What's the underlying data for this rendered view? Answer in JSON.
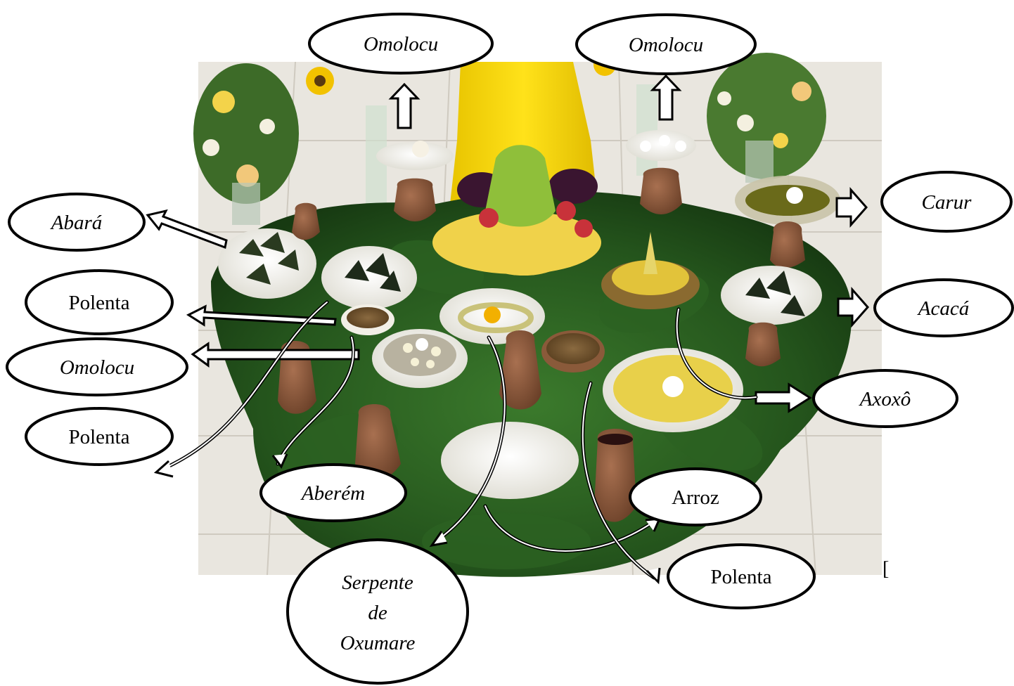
{
  "labels": {
    "omolocu_top_left": "Omolocu",
    "omolocu_top_right": "Omolocu",
    "abara": "Abará",
    "carur": "Carur",
    "polenta_left_upper": "Polenta",
    "acaca": "Acacá",
    "omolocu_left": "Omolocu",
    "axoxo": "Axoxô",
    "polenta_left_lower": "Polenta",
    "aberem": "Aberém",
    "arroz": "Arroz",
    "polenta_bottom_right": "Polenta",
    "serpente_line1": "Serpente",
    "serpente_line2": "de",
    "serpente_line3": "Oxumare",
    "bracket_mark": "["
  },
  "colors": {
    "bubble_fill": "#ffffff",
    "bubble_stroke": "#000000",
    "leaves_dark": "#1f4a1a",
    "leaves_mid": "#2f6b24",
    "floor_tile": "#e8e4dc",
    "cloth_yellow": "#f2d600",
    "grapes_green": "#8fbf3a",
    "grapes_purple": "#3a1530",
    "banana_yellow": "#f0d24a",
    "clay_pot": "#8a5a3a",
    "plate_white": "#f7f7f2"
  }
}
